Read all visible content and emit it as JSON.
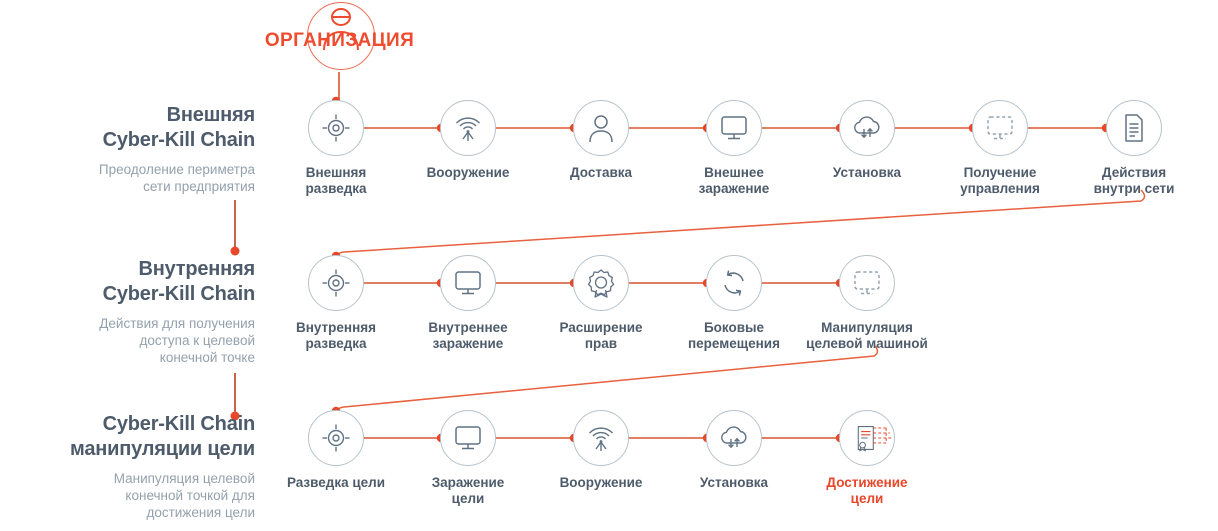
{
  "organization": {
    "label": "ОРГАНИЗАЦИЯ",
    "icon": "person-in-circle-icon",
    "color": "#ef4b2e"
  },
  "colors": {
    "accent": "#e8472a",
    "link": "#d9542f",
    "heading": "#4d5b6b",
    "subtext": "#94a1ad",
    "circle_stroke": "#b6c3cd",
    "icon_stroke": "#607283",
    "background": "#ffffff"
  },
  "rows": [
    {
      "id": "external",
      "title_line1": "Внешняя",
      "title_line2": "Cyber-Kill Chain",
      "subtitle_line1": "Преодоление периметра",
      "subtitle_line2": "сети предприятия",
      "nodes": [
        {
          "label_line1": "Внешняя",
          "label_line2": "разведка",
          "icon": "target-icon"
        },
        {
          "label_line1": "Вооружение",
          "label_line2": "",
          "icon": "antenna-signal-icon"
        },
        {
          "label_line1": "Доставка",
          "label_line2": "",
          "icon": "person-icon"
        },
        {
          "label_line1": "Внешнее",
          "label_line2": "заражение",
          "icon": "monitor-icon"
        },
        {
          "label_line1": "Установка",
          "label_line2": "",
          "icon": "cloud-sync-icon"
        },
        {
          "label_line1": "Получение",
          "label_line2": "управления",
          "icon": "monitor-dashed-icon"
        },
        {
          "label_line1": "Действия",
          "label_line2": "внутри сети",
          "icon": "document-icon"
        }
      ]
    },
    {
      "id": "internal",
      "title_line1": "Внутренняя",
      "title_line2": "Cyber-Kill Chain",
      "subtitle_line1": "Действия для получения",
      "subtitle_line2": "доступа к целевой",
      "subtitle_line3": "конечной точке",
      "nodes": [
        {
          "label_line1": "Внутренняя",
          "label_line2": "разведка",
          "icon": "target-icon"
        },
        {
          "label_line1": "Внутреннее",
          "label_line2": "заражение",
          "icon": "monitor-icon"
        },
        {
          "label_line1": "Расширение",
          "label_line2": "прав",
          "icon": "award-badge-icon"
        },
        {
          "label_line1": "Боковые",
          "label_line2": "перемещения",
          "icon": "circular-arrows-icon"
        },
        {
          "label_line1": "Манипуляция",
          "label_line2": "целевой машиной",
          "icon": "monitor-dashed-icon"
        }
      ]
    },
    {
      "id": "target",
      "title_line1": "Cyber-Kill Chain",
      "title_line2": "манипуляции цели",
      "subtitle_line1": "Манипуляция целевой",
      "subtitle_line2": "конечной точкой для",
      "subtitle_line3": "достижения цели",
      "nodes": [
        {
          "label_line1": "Разведка цели",
          "label_line2": "",
          "icon": "target-icon"
        },
        {
          "label_line1": "Заражение",
          "label_line2": "цели",
          "icon": "monitor-icon"
        },
        {
          "label_line1": "Вооружение",
          "label_line2": "",
          "icon": "antenna-signal-icon"
        },
        {
          "label_line1": "Установка",
          "label_line2": "",
          "icon": "cloud-sync-icon"
        },
        {
          "label_line1": "Достижение",
          "label_line2": "цели",
          "icon": "certificate-breach-icon",
          "accent": true
        }
      ]
    }
  ]
}
